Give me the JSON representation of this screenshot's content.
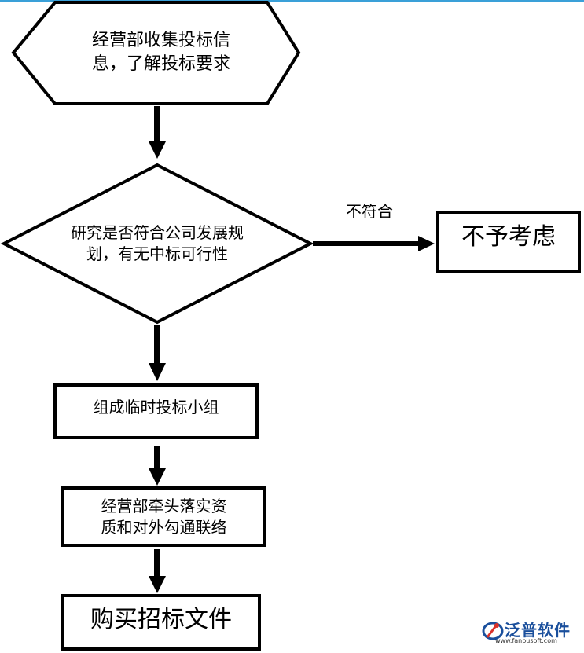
{
  "nodes": {
    "collect_info": "经营部收集投标信\n息，了解投标要求",
    "research": "研究是否符合公司发展规\n划，有无中标可行性",
    "reject": "不予考虑",
    "form_group": "组成临时投标小组",
    "coordinate": "经营部牵头落实资\n质和对外勾通联络",
    "buy_docs": "购买招标文件"
  },
  "edges": {
    "not_match": "不符合"
  },
  "logo": {
    "name": "泛普软件",
    "url": "www.fanpusoft.com"
  },
  "colors": {
    "accent_line": "#3aa0d8",
    "logo_blue": "#1a4f9c",
    "logo_red": "#d9322b"
  }
}
